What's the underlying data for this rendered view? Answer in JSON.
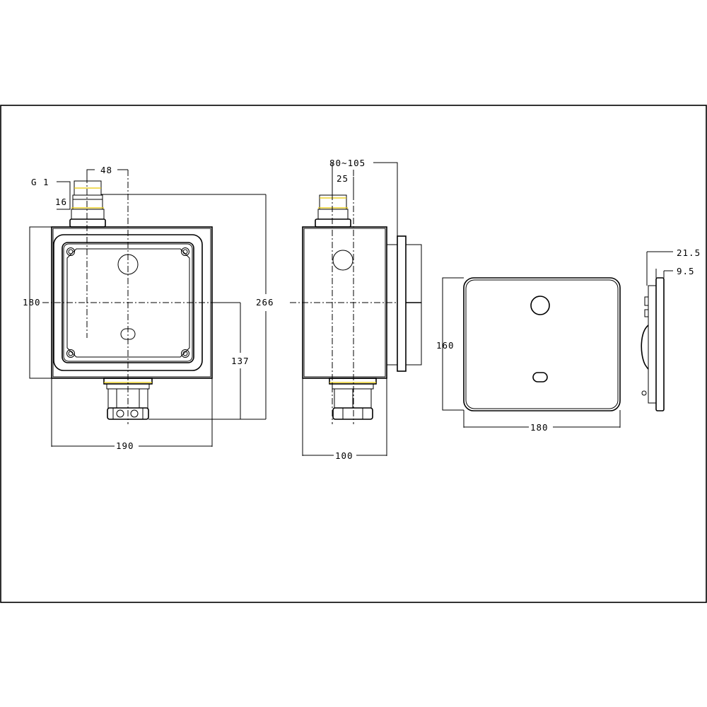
{
  "drawing": {
    "front_view": {
      "dim_thread": "G 1",
      "dim_thread_height": "16",
      "dim_pipe_offset": "48",
      "dim_width": "190",
      "dim_height": "180",
      "dim_total_height": "266",
      "dim_outlet_height": "137"
    },
    "side_view": {
      "dim_adjust_range": "80~105",
      "dim_pipe_offset": "25",
      "dim_depth": "100"
    },
    "cover_plate": {
      "dim_height": "160",
      "dim_width": "180"
    },
    "cover_side": {
      "dim_total_thickness": "21.5",
      "dim_plate_thickness": "9.5"
    }
  }
}
